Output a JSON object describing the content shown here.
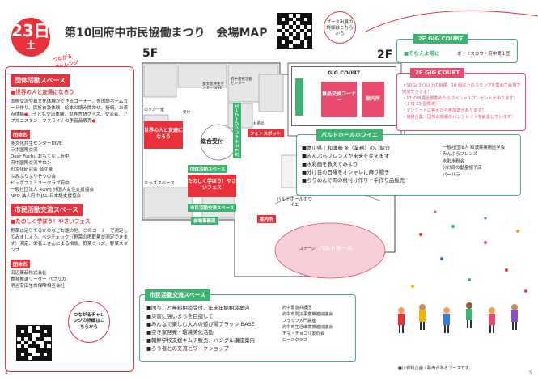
{
  "header": {
    "date_day": "23日",
    "date_weekday": "土",
    "title": "第10回府中市民協働まつり　会場MAP",
    "booth_note": "ブース出展の詳細はこちらから"
  },
  "left_panel": {
    "tagline": "つながる\nチャレンジ",
    "group_section": {
      "heading": "団体活動スペース",
      "theme": "■世界の人と友達になろう",
      "body": "国際交流や異文化体験ができるコーナー。外国語ネームカード作り、民族衣装体験、絵本の読み聞かせ、折紙、お茶点体験",
      "body_mark": "●",
      "body2": "、子ども交流体験、世界言語クイズ、交流会、アフガニスタン・ウクライナの手芸品販売",
      "body2_mark": "●",
      "orgs_label": "団体名",
      "orgs": [
        "多文化共生センターDIVE",
        "ラボ国際交流",
        "Dear Fuchu おもてなし府中",
        "府中国際交流サロン",
        "町文化研究会 偕々楽",
        "ふみぷりぷりぞうの会",
        "ヒッポファミリークラブ府中",
        "一般社団法人 ROWJ 外国人女性支援協会",
        "NPO 法人府中 JSL 日本語支援協会"
      ]
    },
    "citizen_section": {
      "heading": "市民活動交流スペース",
      "theme": "■たのしく学ぼう！やさいフェス",
      "body": "野菜は足りてるかのなどお題の他、このコーナーで測定してみましょう。ベジチェック（野菜の摂取量が測定できます）測定、栄養士さんによる相談、野菜クイズ、野菜スタンプ",
      "orgs_label": "団体名",
      "orgs": [
        "田辺薬品株式会社",
        "食育推進リーダー パプリカ",
        "明治安田生命保険相互会社"
      ]
    },
    "qr_caption": "つながるチャレンジの詳細はこちらから"
  },
  "map": {
    "floor_5f": "5F",
    "floor_2f": "2F",
    "rooms": {
      "locker": "ロッカー室",
      "international": "世界の人と友達になろう",
      "reception": "総合受付",
      "photo": "フォトスポット",
      "kids": "キッズスペース",
      "group_space": "団体活動スペース",
      "veg": "たのしく学ぼう！やさいフェス",
      "citizen_space": "市民活動交流スペース",
      "venue": "会場事務局",
      "info": "案内所",
      "hall_foyer": "バルトホールホワイエ",
      "hall": "バルトホール",
      "stage": "ステージ",
      "cafe": "カフェチャレンジーブース",
      "hall_label": "バルトホールホワイエ",
      "center": "府中市民活動センター",
      "info_center": "府中市市民活動情報センター",
      "tea": "お茶処",
      "dive": "多文化共生センターDIVE",
      "reception_desk": "受付"
    },
    "gig_court": {
      "heading": "GIG COURT",
      "booth1": "景品交換コーナー",
      "booth2": "案内所"
    }
  },
  "right_panel": {
    "gig_2f_1": {
      "heading": "2F GIG COURT",
      "item": "■そなえよ常に",
      "org": "ボーイスカウト府中第１団"
    },
    "gig_2f_2": {
      "heading": "2F GIG COURT",
      "lines": [
        "・SDGs３つ以上の目標、10 個以上のスタンプを集めて会場で完成できるよ！",
        "・17 の目標全部集めたらスペシャルプレゼントがあります！（１日 25 個限定）",
        "・アンケートに答えたら参加賞があります！",
        "・協賛企業・団体の情報のパンフレットを設置しています！"
      ]
    },
    "foyer": {
      "heading": "バルトホールホワイエ",
      "items": [
        {
          "label": "■富山県｜和漢藤 ※（業務）のご紹介",
          "org": "一般社団法人 和漢薬業務医学会"
        },
        {
          "label": "■みんぷらフレンズが未来を変えます",
          "org": "みんぷらフレンズ"
        },
        {
          "label": "■水彩画を教えてみよう",
          "org": "水彩水粉会"
        },
        {
          "label": "■分け目の日曜をオシャレに飾り帽子",
          "org": "分け目の動量帽子店"
        },
        {
          "label": "■ちりめんで両の根付け作り・手作り品販売",
          "org": "パーパラ"
        }
      ]
    },
    "citizen_bottom": {
      "heading": "市民活動交流スペース",
      "items": [
        {
          "label": "■困りごと無料相談受付、年末年始相談案内",
          "org": "府中緊急弁護団"
        },
        {
          "label": "■災害に強いまちを目指して",
          "org": "府中市防災事業推進協議会"
        },
        {
          "label": "■みんなで楽しむ大人の遊び場ブラッツ BASE",
          "org": "ブラッツ入門講座"
        },
        {
          "label": "■空き家啓発・環境美化活動",
          "org": "府中市生活環境推進協議会"
        },
        {
          "label": "■朝鮮学校支援キムチ販売、ハングル講座案内",
          "org": "チマ・チョゴリ友の会"
        },
        {
          "label": "■ろう者との交流とワークショップ",
          "org": "ローズクラブ"
        }
      ]
    },
    "footnote": "■は有料企画・販売があるブースです。"
  },
  "page_numbers": {
    "left": "4",
    "right": "5"
  },
  "colors": {
    "red": "#e8313a",
    "green": "#3cb371",
    "pink": "#e84b6b"
  }
}
